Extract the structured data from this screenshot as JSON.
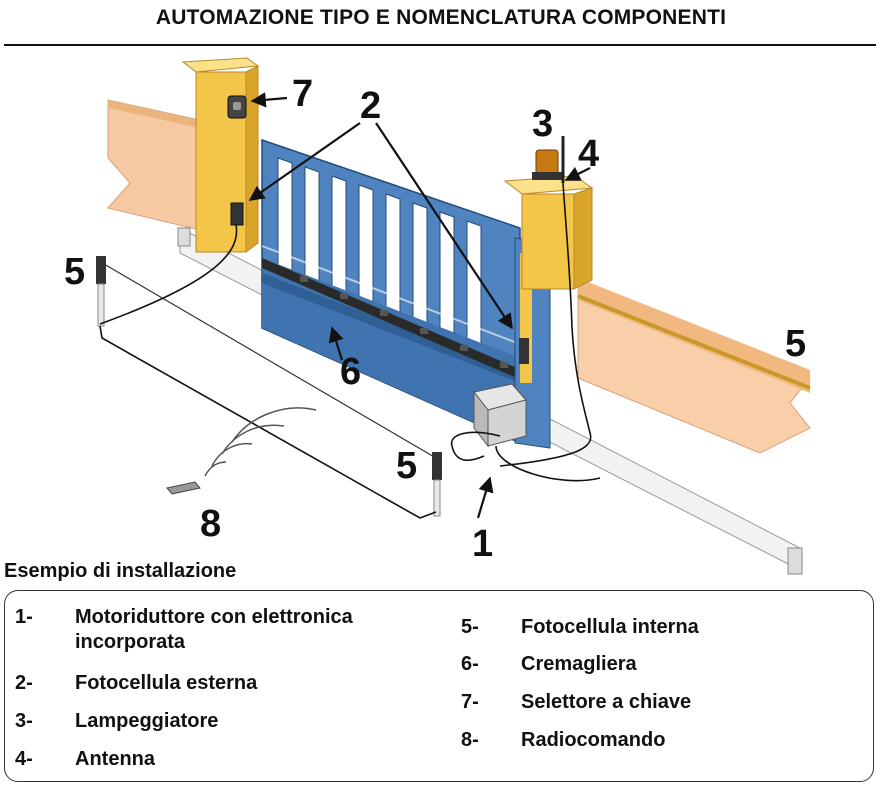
{
  "title": "AUTOMAZIONE TIPO E NOMENCLATURA COMPONENTI",
  "subtitle": "Esempio di installazione",
  "callouts": {
    "motor": "1",
    "photocell_external": "2",
    "flashing_light": "3",
    "antenna": "4",
    "photocell_internal": "5",
    "rack": "6",
    "key_selector": "7",
    "remote": "8"
  },
  "legend": {
    "left": [
      {
        "num": "1-",
        "label": "Motoriduttore con elettronica incorporata"
      },
      {
        "num": "2-",
        "label": "Fotocellula esterna"
      },
      {
        "num": "3-",
        "label": "Lampeggiatore"
      },
      {
        "num": "4-",
        "label": "Antenna"
      }
    ],
    "right": [
      {
        "num": "5-",
        "label": "Fotocellula interna"
      },
      {
        "num": "6-",
        "label": "Cremagliera"
      },
      {
        "num": "7-",
        "label": "Selettore a chiave"
      },
      {
        "num": "8-",
        "label": "Radiocomando"
      }
    ]
  },
  "colors": {
    "wall": "#f6c9a3",
    "wall_top": "#e9b47e",
    "pillar": "#f3c64a",
    "pillar_dark": "#d9a62a",
    "gate": "#4f84c0",
    "gate_dark": "#2f5f94",
    "motor": "#cfcfcf",
    "line": "#111111"
  }
}
